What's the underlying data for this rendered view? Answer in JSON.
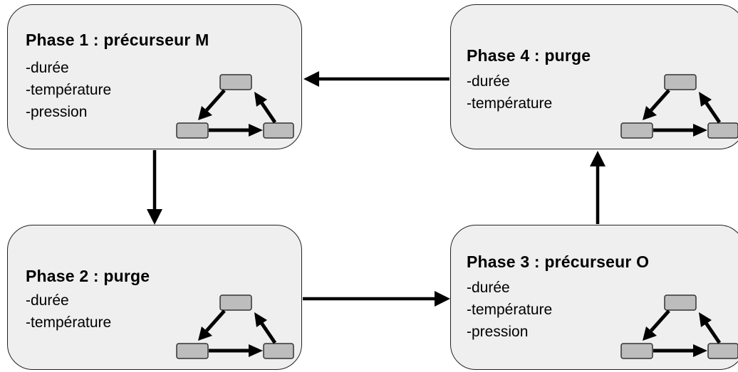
{
  "phases": [
    {
      "title": "Phase 1 : précurseur M",
      "params": [
        "-durée",
        "-température",
        "-pression"
      ]
    },
    {
      "title": "Phase 2 : purge",
      "params": [
        "-durée",
        "-température"
      ]
    },
    {
      "title": "Phase 3 : précurseur O",
      "params": [
        "-durée",
        "-température",
        "-pression"
      ]
    },
    {
      "title": "Phase 4 : purge",
      "params": [
        "-durée",
        "-température"
      ]
    }
  ],
  "colors": {
    "box_fill": "#efefef",
    "box_border": "#222222",
    "icon_node_fill": "#bdbdbd",
    "arrow": "#000000"
  },
  "icons": {
    "phase_cycle": "three-node-cycle-icon"
  }
}
